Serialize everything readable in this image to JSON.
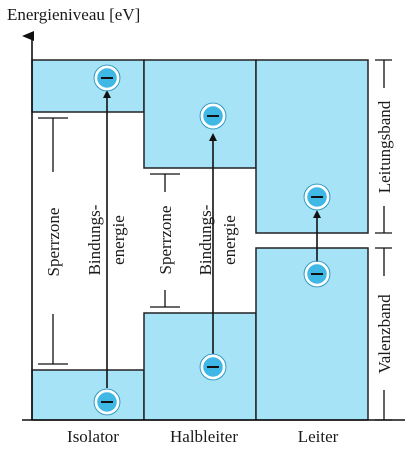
{
  "y_axis_label": "Energieniveau [eV]",
  "columns": [
    {
      "id": "isolator",
      "label": "Isolator"
    },
    {
      "id": "halbleiter",
      "label": "Halbleiter"
    },
    {
      "id": "leiter",
      "label": "Leiter"
    }
  ],
  "band_labels": {
    "conduction": "Leitungsband",
    "valence": "Valenzband"
  },
  "annotations": {
    "gap": "Sperrzone",
    "binding_line1": "Bindungs-",
    "binding_line2": "energie"
  },
  "electron_symbol": "−",
  "colors": {
    "band_fill": "#a6e3f7",
    "band_stroke": "#222222",
    "electron_fill": "#3fb8e6",
    "electron_ring": "#ffffff",
    "arrow": "#111111"
  }
}
